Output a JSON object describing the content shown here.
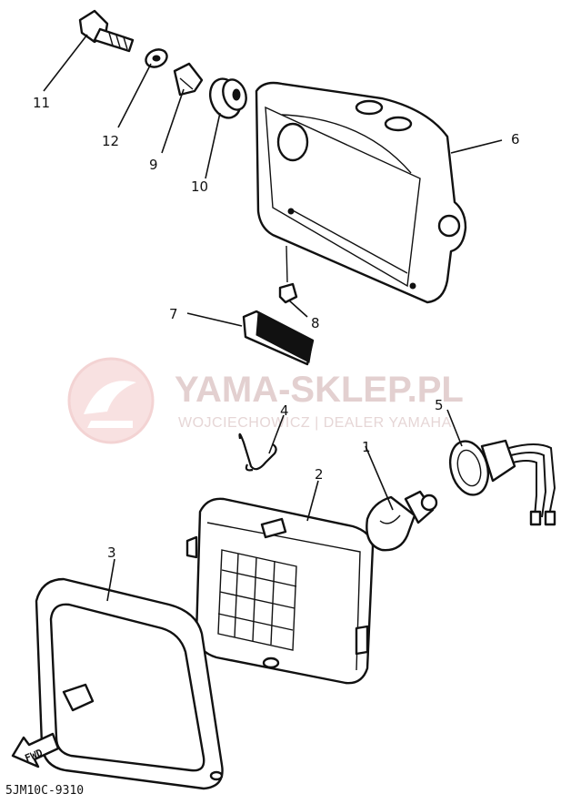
{
  "diagram": {
    "code": "5JM10C-9310",
    "fwd_label": "FWD",
    "watermark": {
      "main": "YAMA-SKLEP.PL",
      "sub": "WOJCIECHOWICZ | DEALER YAMAHA"
    },
    "callouts": [
      {
        "id": "11",
        "part": "bolt"
      },
      {
        "id": "12",
        "part": "washer"
      },
      {
        "id": "9",
        "part": "collar"
      },
      {
        "id": "10",
        "part": "grommet"
      },
      {
        "id": "6",
        "part": "headlight housing"
      },
      {
        "id": "7",
        "part": "rubber block"
      },
      {
        "id": "8",
        "part": "screw"
      },
      {
        "id": "4",
        "part": "spring clip"
      },
      {
        "id": "2",
        "part": "headlight lens unit"
      },
      {
        "id": "1",
        "part": "bulb"
      },
      {
        "id": "5",
        "part": "bulb socket with wires"
      },
      {
        "id": "3",
        "part": "headlight rim"
      }
    ]
  }
}
